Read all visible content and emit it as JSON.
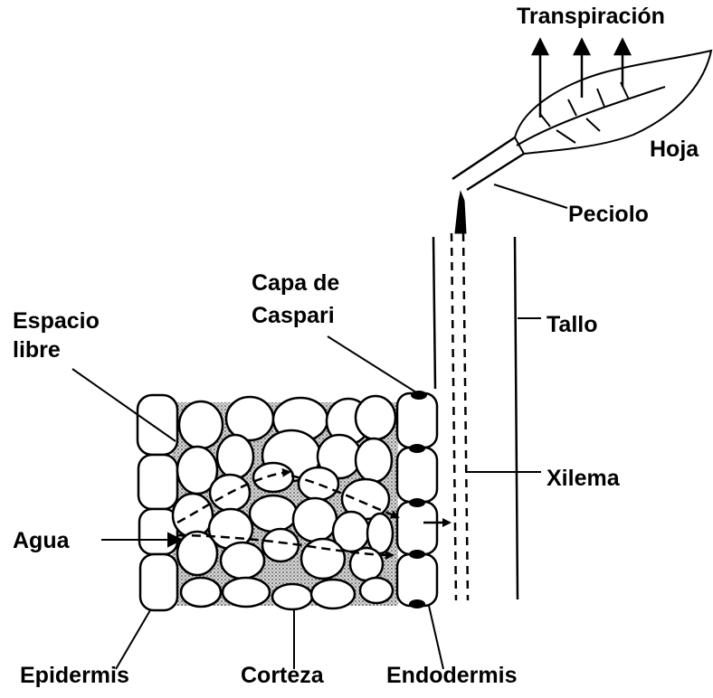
{
  "labels": {
    "transpiracion": "Transpiración",
    "hoja": "Hoja",
    "peciolo": "Peciolo",
    "capa_de": "Capa de",
    "caspari": "Caspari",
    "espacio": "Espacio",
    "libre": "libre",
    "tallo": "Tallo",
    "xilema": "Xilema",
    "agua": "Agua",
    "epidermis": "Epidermis",
    "corteza": "Corteza",
    "endodermis": "Endodermis"
  },
  "colors": {
    "ink": "#000000",
    "background": "#ffffff",
    "intercellular_space": "#9a9a9a"
  }
}
